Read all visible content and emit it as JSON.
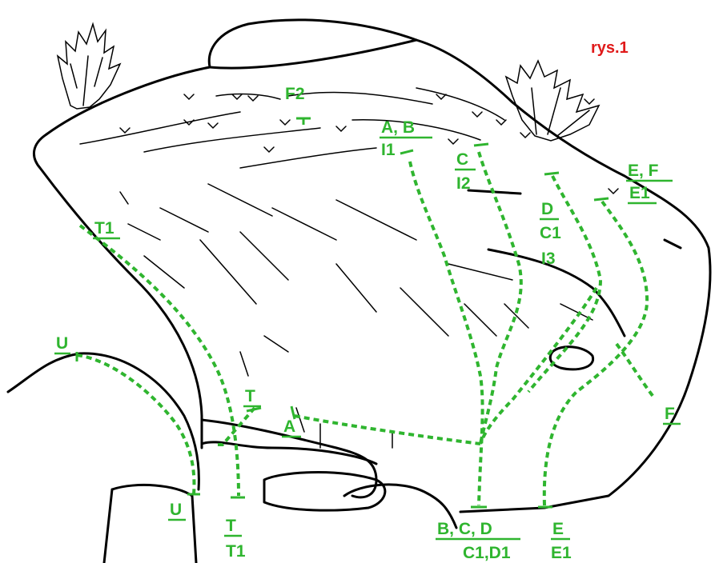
{
  "figure_label": "rys.1",
  "colors": {
    "route": "#2fb52f",
    "rock_outline": "#000000",
    "figure_label": "#e01a1a"
  },
  "labels": {
    "f2": "F2",
    "ab": "A, B",
    "i1": "I1",
    "c": "C",
    "i2": "I2",
    "ef": "E, F",
    "e1_top": "E1",
    "d": "D",
    "c1": "C1",
    "i3": "I3",
    "t1_left": "T1",
    "u_top": "U",
    "t_mid": "T",
    "a": "A",
    "f": "F",
    "u_bottom": "U",
    "t_bottom": "T",
    "t1_bottom": "T1",
    "bcd": "B, C, D",
    "c1d1": "C1,D1",
    "e_bottom": "E",
    "e1_bottom": "E1"
  }
}
